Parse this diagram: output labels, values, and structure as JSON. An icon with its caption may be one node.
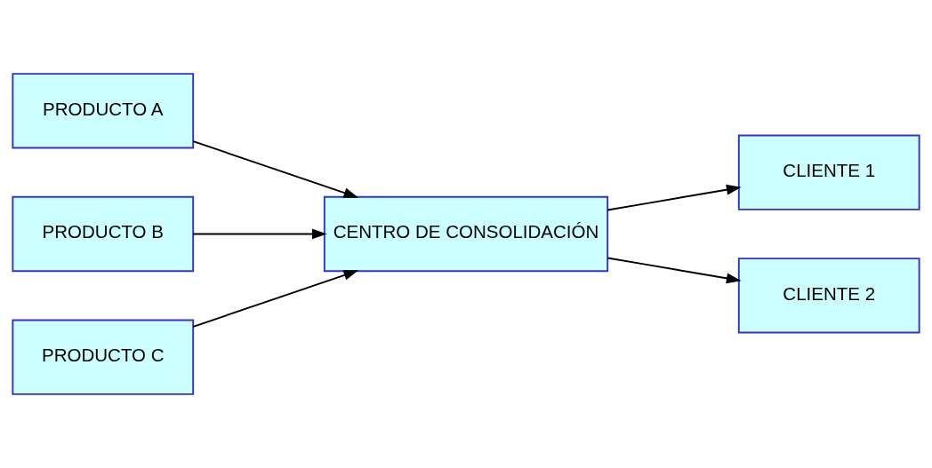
{
  "diagram": {
    "nodes": [
      {
        "text": [
          "PRODUCTO A"
        ]
      },
      {
        "text": [
          "PRODUCTO B"
        ]
      },
      {
        "text": [
          "PRODUCTO C"
        ]
      },
      {
        "text": [
          "CENTRO DE CONSOLIDACIÓN"
        ]
      },
      {
        "text": [
          "CLIENTE 1"
        ]
      },
      {
        "text": [
          "CLIENTE 2"
        ]
      }
    ],
    "edges": [
      {
        "from": 0,
        "to": 3,
        "arrow": "to"
      },
      {
        "from": 1,
        "to": 3,
        "arrow": "to"
      },
      {
        "from": 2,
        "to": 3,
        "arrow": "to"
      },
      {
        "from": 3,
        "to": 4,
        "arrow": "to"
      },
      {
        "from": 3,
        "to": 5,
        "arrow": "to"
      }
    ]
  }
}
